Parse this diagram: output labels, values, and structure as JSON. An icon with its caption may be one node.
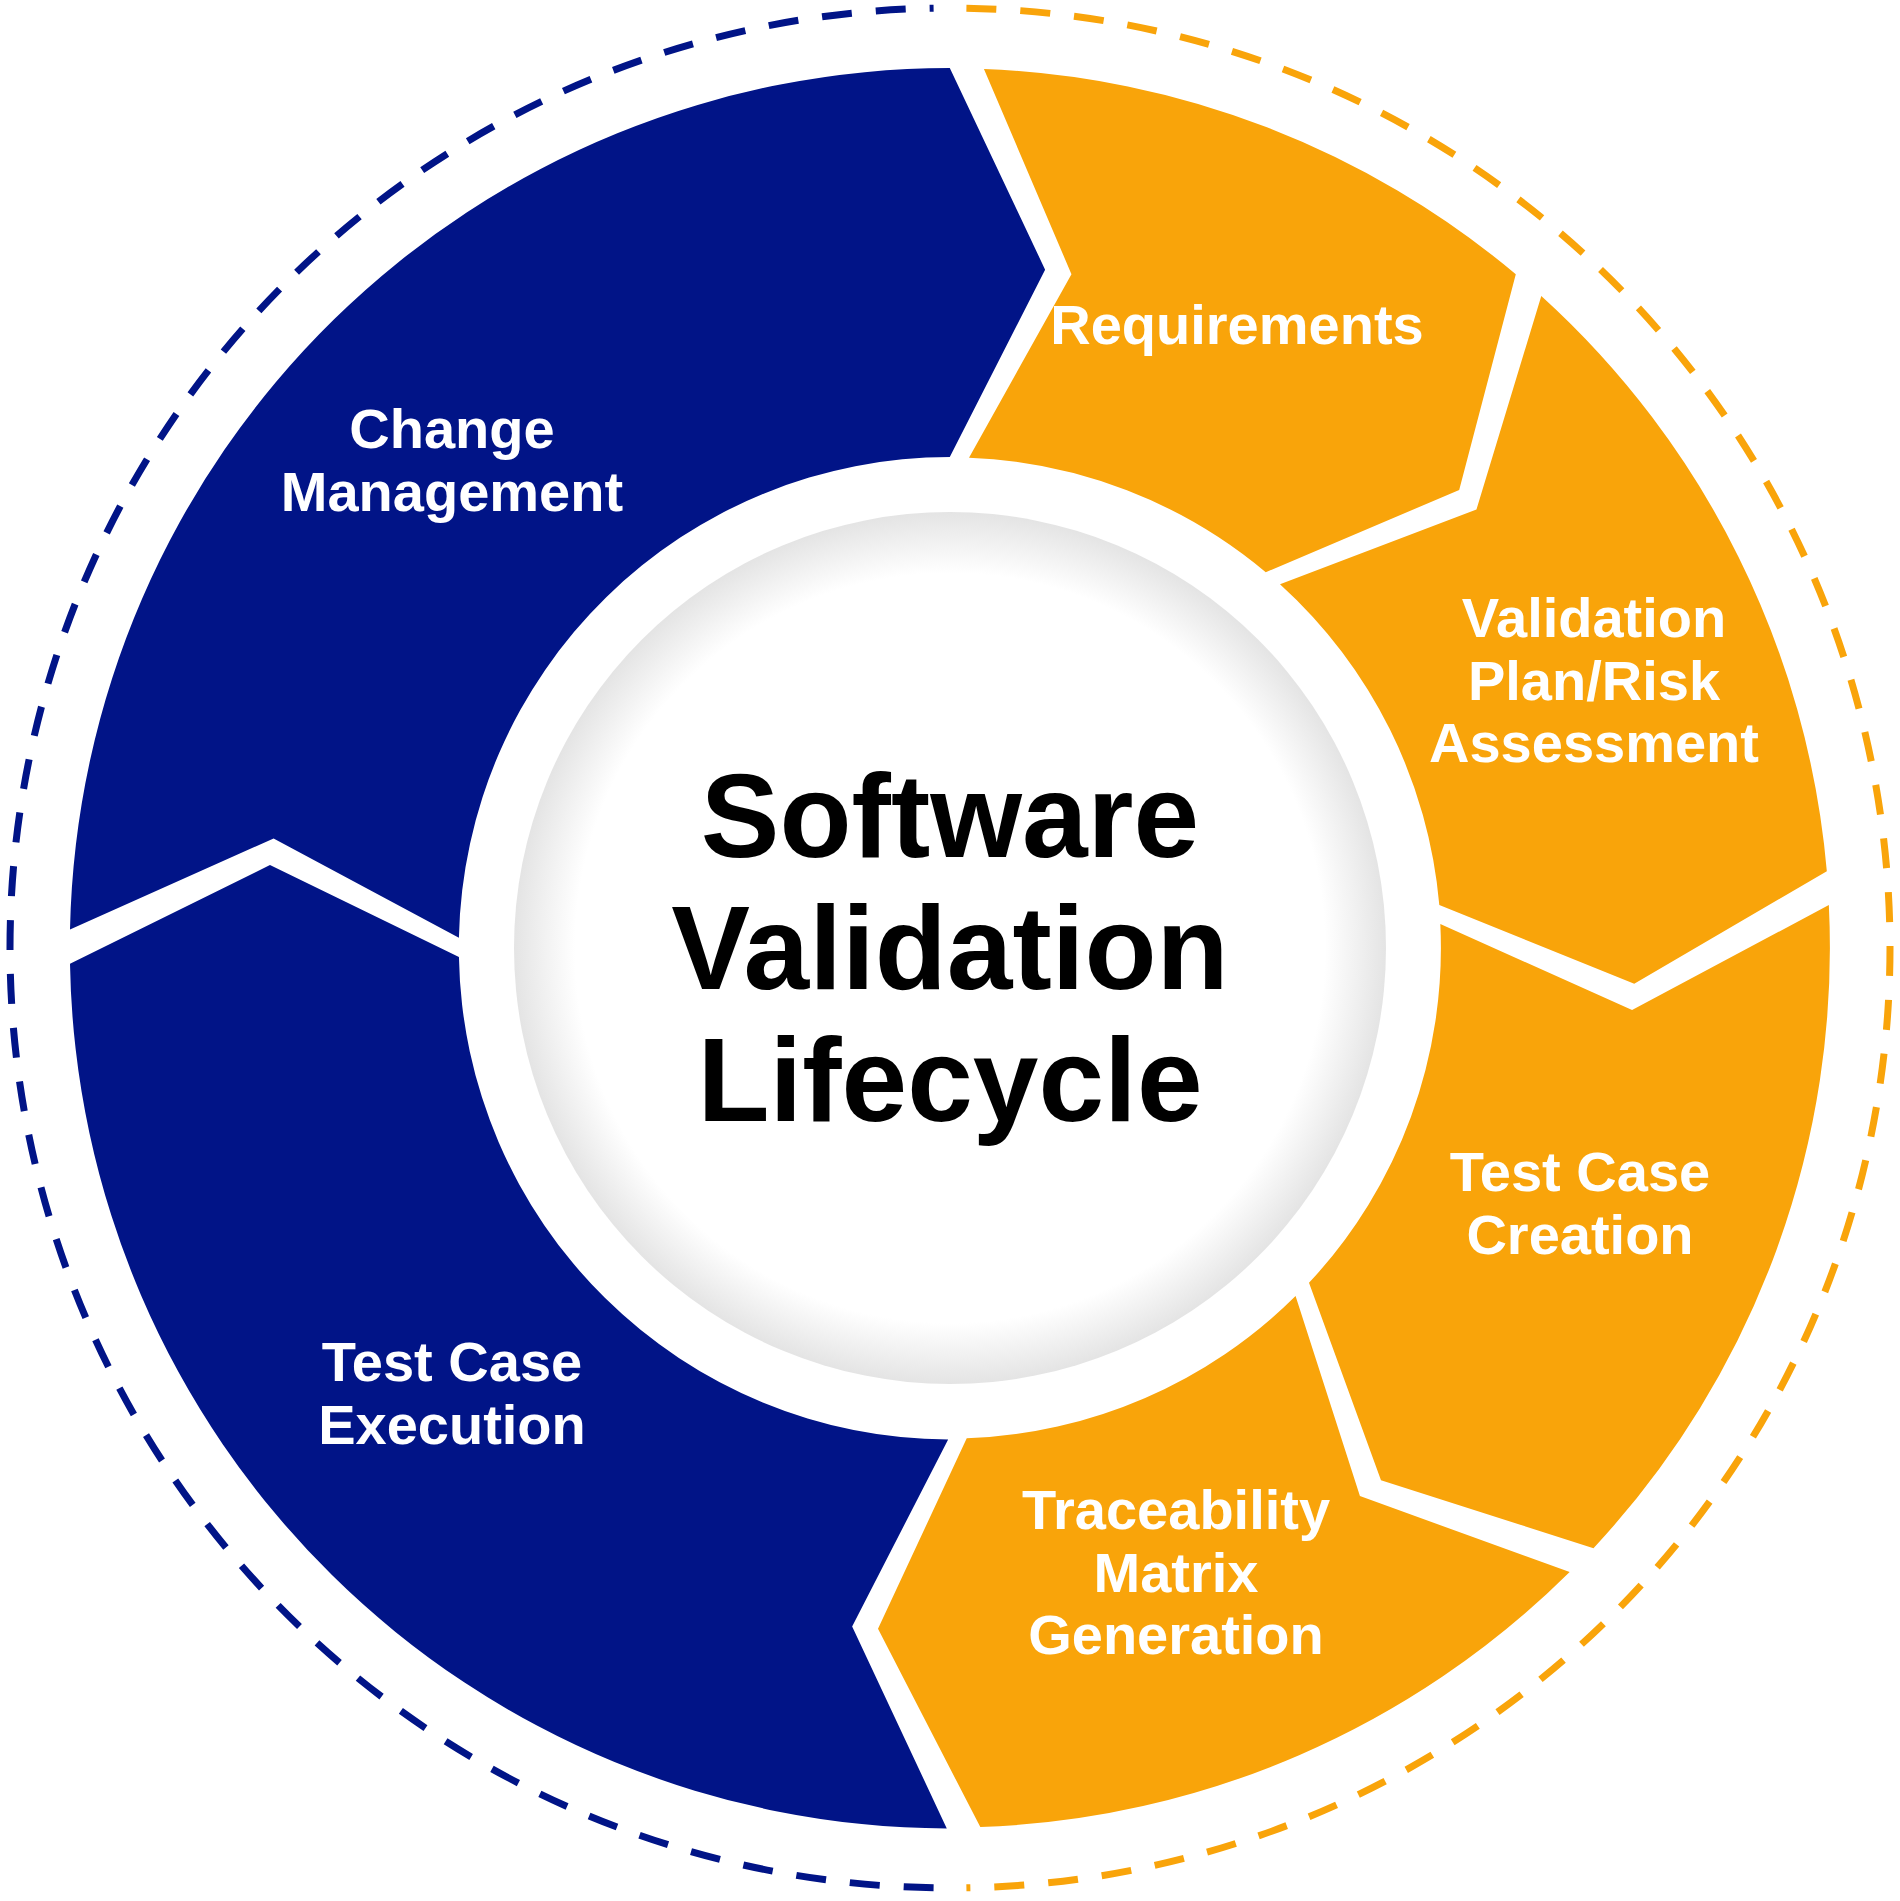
{
  "diagram": {
    "nodes": [
      {
        "text": [
          "Software Validation Lifecycle"
        ]
      },
      {
        "text": [
          "Requirements"
        ]
      },
      {
        "text": [
          "Validation Plan/Risk Assessment"
        ]
      },
      {
        "text": [
          "Test Case Creation"
        ]
      },
      {
        "text": [
          "Traceability Matrix Generation"
        ]
      },
      {
        "text": [
          "Test Case Execution"
        ]
      },
      {
        "text": [
          "Change Management"
        ]
      }
    ]
  }
}
